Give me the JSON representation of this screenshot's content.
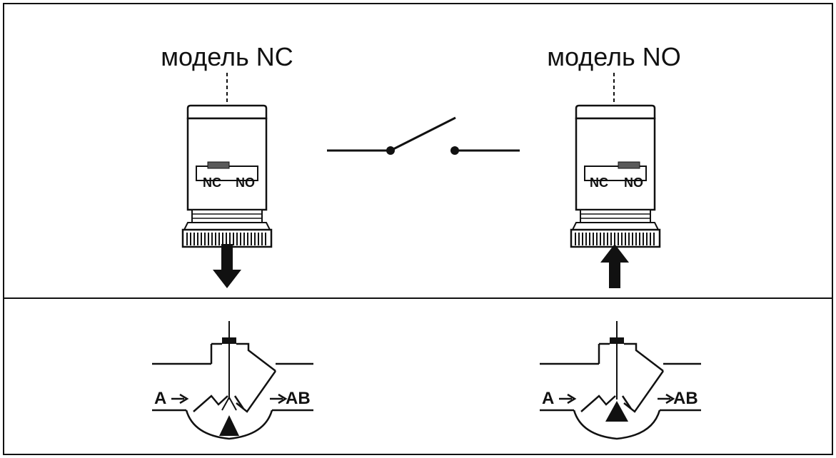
{
  "left": {
    "model_label": "модель NC",
    "switch_nc": "NC",
    "switch_no": "NO",
    "port_in": "A",
    "port_out": "AB"
  },
  "right": {
    "model_label": "модель NO",
    "switch_nc": "NC",
    "switch_no": "NO",
    "port_in": "A",
    "port_out": "AB"
  },
  "colors": {
    "line": "#111111",
    "background": "#ffffff",
    "slider": "#5a5a5a"
  }
}
